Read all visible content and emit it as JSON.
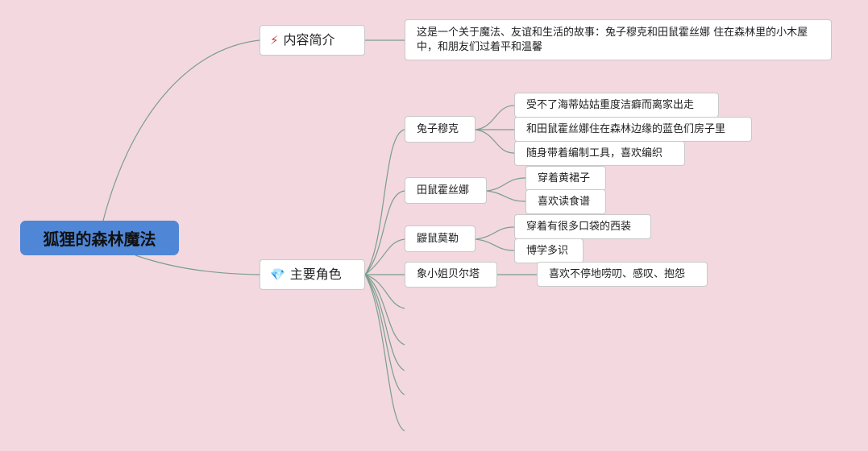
{
  "root": {
    "title": "狐狸的森林魔法"
  },
  "branches": {
    "intro": {
      "label": "内容简介",
      "icon": "magic-wand-icon",
      "text": "这是一个关于魔法、友谊和生活的故事：兔子穆克和田鼠霍丝娜 住在森林里的小木屋中，和朋友们过着平和温馨"
    },
    "characters": {
      "label": "主要角色",
      "icon": "diamond-icon",
      "items": [
        {
          "name": "兔子穆克",
          "traits": [
            "受不了海蒂姑姑重度洁癖而离家出走",
            "和田鼠霍丝娜住在森林边缘的蓝色们房子里",
            "随身带着编制工具，喜欢编织"
          ]
        },
        {
          "name": "田鼠霍丝娜",
          "traits": [
            "穿着黄裙子",
            "喜欢读食谱"
          ]
        },
        {
          "name": "鼹鼠莫勒",
          "traits": [
            "穿着有很多口袋的西装",
            "博学多识"
          ]
        },
        {
          "name": "象小姐贝尔塔",
          "traits": [
            "喜欢不停地唠叨、感叹、抱怨"
          ]
        }
      ]
    }
  },
  "colors": {
    "background": "#f3d8e0",
    "root": "#4f86d6",
    "connector": "#7a9e8c"
  }
}
